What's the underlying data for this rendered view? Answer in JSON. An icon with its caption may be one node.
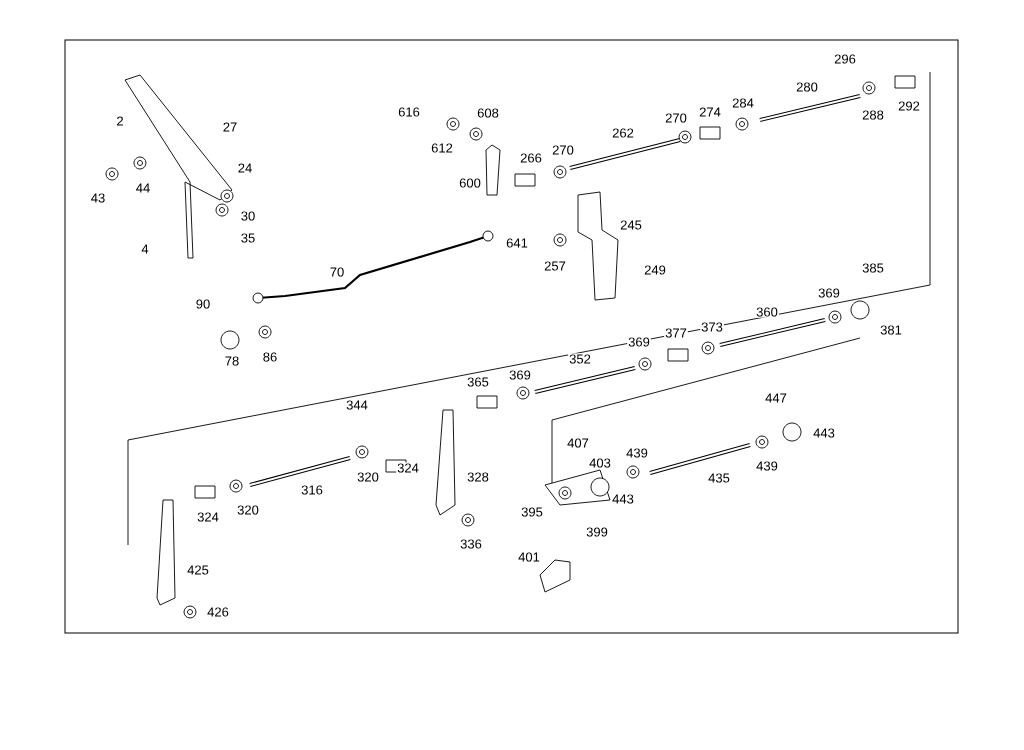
{
  "diagram": {
    "labels": [
      "296",
      "2",
      "616",
      "608",
      "280",
      "27",
      "288",
      "292",
      "612",
      "270",
      "274",
      "284",
      "262",
      "266",
      "270",
      "24",
      "43",
      "44",
      "600",
      "30",
      "245",
      "35",
      "4",
      "641",
      "257",
      "70",
      "249",
      "385",
      "90",
      "369",
      "360",
      "381",
      "377",
      "373",
      "369",
      "352",
      "78",
      "86",
      "365",
      "369",
      "447",
      "344",
      "443",
      "407",
      "439",
      "403",
      "324",
      "328",
      "320",
      "435",
      "439",
      "316",
      "443",
      "395",
      "324",
      "320",
      "399",
      "336",
      "401",
      "425",
      "426"
    ]
  }
}
